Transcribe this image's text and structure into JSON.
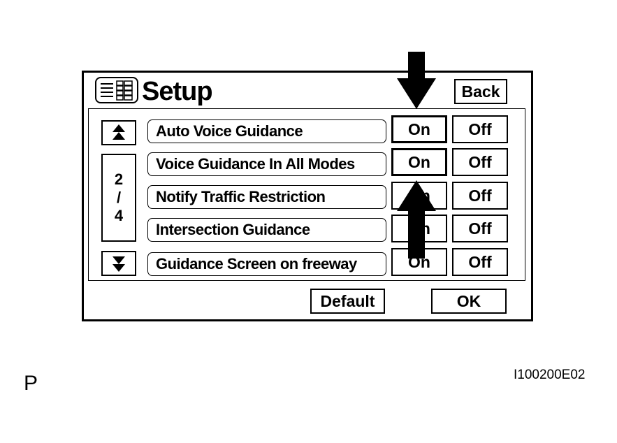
{
  "header": {
    "title": "Setup",
    "back_label": "Back",
    "menu_icon": "list-menu-icon"
  },
  "pager": {
    "up_icon": "scroll-up-icon",
    "down_icon": "scroll-down-icon",
    "current": "2",
    "separator": "/",
    "total": "4"
  },
  "settings": [
    {
      "label": "Auto Voice Guidance",
      "on_label": "On",
      "off_label": "Off",
      "selected": "On"
    },
    {
      "label": "Voice Guidance In All Modes",
      "on_label": "On",
      "off_label": "Off",
      "selected": "On"
    },
    {
      "label": "Notify Traffic Restriction",
      "on_label": "On",
      "off_label": "Off",
      "selected": ""
    },
    {
      "label": "Intersection Guidance",
      "on_label": "On",
      "off_label": "Off",
      "selected": ""
    },
    {
      "label": "Guidance Screen on freeway",
      "on_label": "On",
      "off_label": "Off",
      "selected": ""
    }
  ],
  "footer": {
    "default_label": "Default",
    "ok_label": "OK"
  },
  "annotations": {
    "down_arrow": "down-arrow-indicator",
    "up_arrow": "up-arrow-indicator"
  },
  "captions": {
    "letter": "P",
    "figure_id": "I100200E02"
  }
}
